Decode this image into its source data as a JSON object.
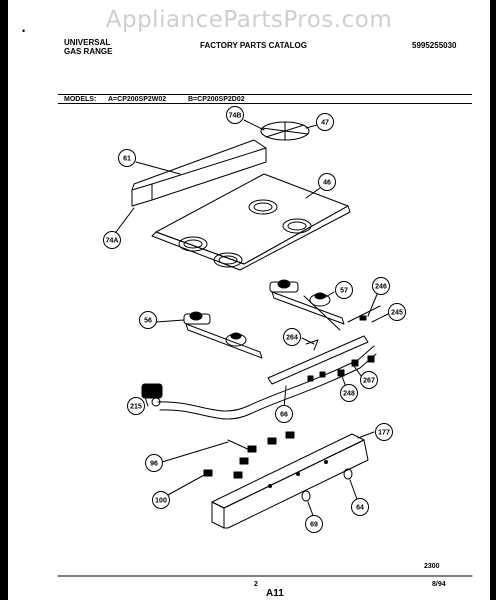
{
  "watermark": "AppliancePartsPros.com",
  "header": {
    "brand_line1": "UNIVERSAL",
    "brand_line2": "GAS RANGE",
    "catalog_title": "FACTORY PARTS CATALOG",
    "catalog_number": "5995255030"
  },
  "models": {
    "label": "MODELS:",
    "model_a": "A=CP200SP2W02",
    "model_b": "B=CP200SP2D02"
  },
  "callouts": [
    "74B",
    "47",
    "61",
    "46",
    "74A",
    "57",
    "246",
    "245",
    "56",
    "264",
    "267",
    "248",
    "215",
    "66",
    "177",
    "96",
    "100",
    "64",
    "69"
  ],
  "footer": {
    "figure_code": "2300",
    "page_number": "2",
    "date_code": "8/94",
    "sheet_ref": "A11"
  }
}
